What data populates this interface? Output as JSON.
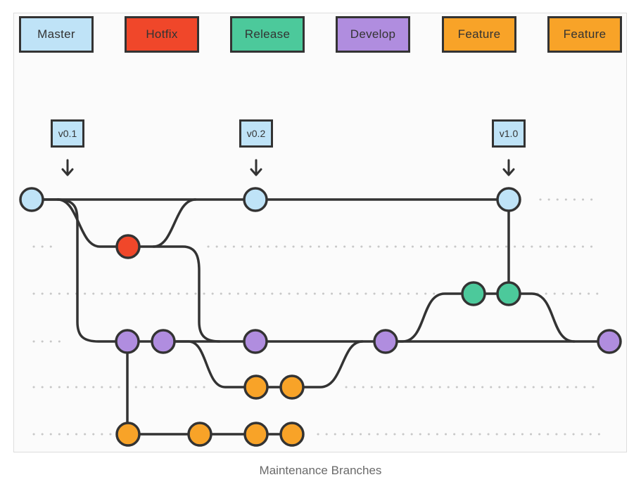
{
  "legend": [
    {
      "label": "Master",
      "color": "#bfe3f7"
    },
    {
      "label": "Hotfix",
      "color": "#f0472a"
    },
    {
      "label": "Release",
      "color": "#4cc99b"
    },
    {
      "label": "Develop",
      "color": "#b08ddf"
    },
    {
      "label": "Feature",
      "color": "#f8a328"
    },
    {
      "label": "Feature",
      "color": "#f8a328"
    }
  ],
  "tags": [
    "v0.1",
    "v0.2",
    "v1.0"
  ],
  "caption": "Maintenance Branches",
  "branch_colors": {
    "master": "#bfe3f7",
    "hotfix": "#f0472a",
    "release": "#4cc99b",
    "develop": "#b08ddf",
    "feature": "#f8a328"
  }
}
